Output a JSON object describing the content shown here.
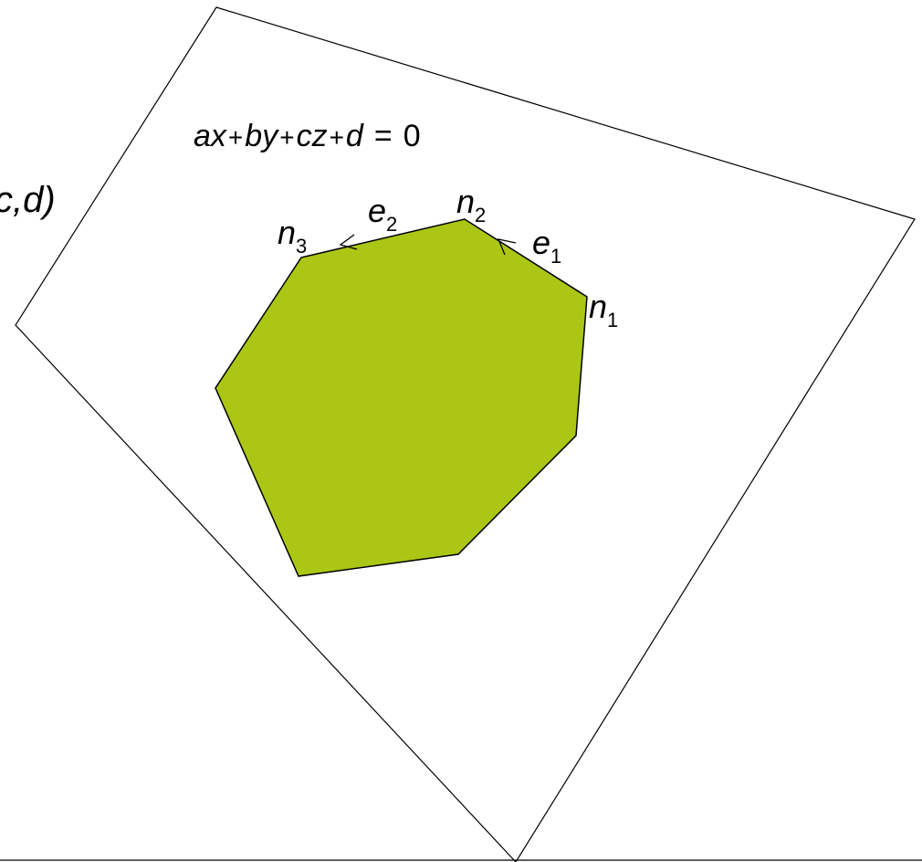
{
  "colors": {
    "polygon_fill": "#abc614",
    "stroke": "#000000",
    "background": "#ffffff"
  },
  "plane": {
    "equation": "ax + by + cz + d = 0",
    "equation_parts": {
      "a": "a",
      "x": "x",
      "plus1": "+",
      "b": "b",
      "y": "y",
      "plus2": "+",
      "c": "c",
      "z": "z",
      "plus3": "+",
      "d": "d",
      "eq": "=",
      "zero": "0"
    },
    "cutoff_label": "c,d)"
  },
  "vertices": [
    {
      "letter": "n",
      "index": "1"
    },
    {
      "letter": "n",
      "index": "2"
    },
    {
      "letter": "n",
      "index": "3"
    }
  ],
  "edges": [
    {
      "letter": "e",
      "index": "1"
    },
    {
      "letter": "e",
      "index": "2"
    }
  ]
}
